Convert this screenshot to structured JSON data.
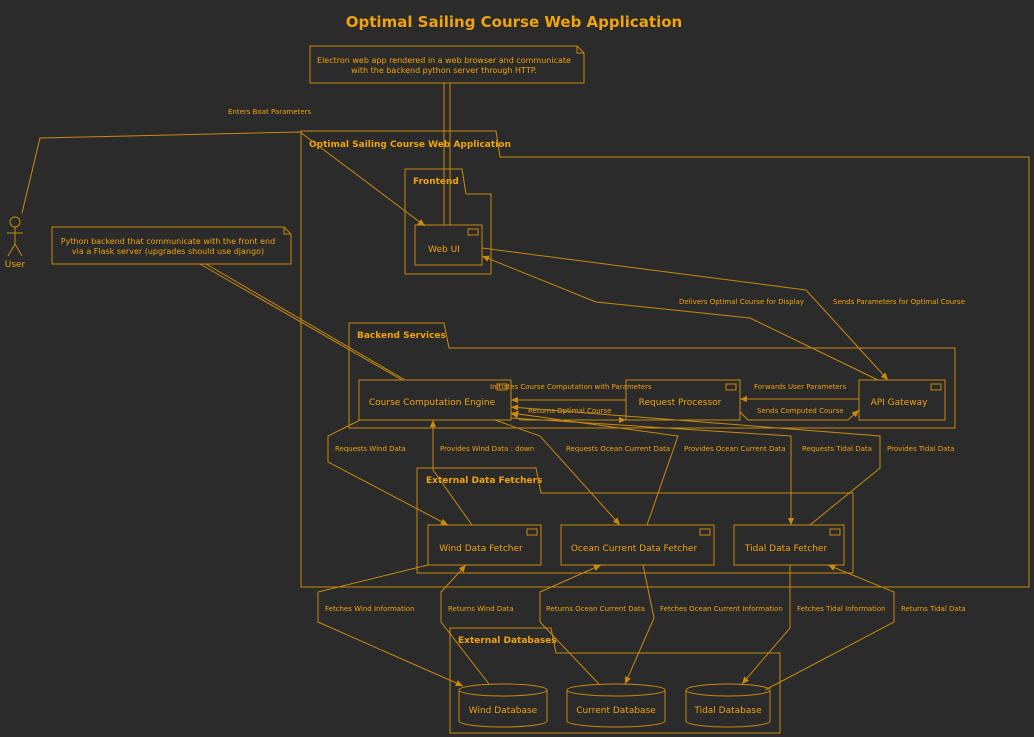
{
  "title": "Optimal Sailing Course Web Application",
  "actor": {
    "label": "User"
  },
  "notes": {
    "frontend_note": [
      "Electron web app rendered in a web browser and communicate",
      "with the backend python server through HTTP."
    ],
    "backend_note": [
      "Python backend that communicate with the front end",
      "via a Flask server (upgrades should use django)"
    ]
  },
  "packages": {
    "app": "Optimal Sailing Course Web Application",
    "frontend": "Frontend",
    "backend": "Backend Services",
    "fetchers": "External Data Fetchers",
    "databases": "External Databases"
  },
  "components": {
    "web_ui": "Web UI",
    "engine": "Course Computation Engine",
    "processor": "Request Processor",
    "gateway": "API Gateway",
    "wind_fetcher": "Wind Data Fetcher",
    "ocean_fetcher": "Ocean Current Data Fetcher",
    "tidal_fetcher": "Tidal Data Fetcher"
  },
  "databases": {
    "wind": "Wind Database",
    "current": "Current Database",
    "tidal": "Tidal Database"
  },
  "edges": {
    "enters_params": "Enters Boat Parameters",
    "delivers_course": "Delivers Optimal Course for Display",
    "sends_params": "Sends Parameters for Optimal Course",
    "initiates": "Initiates Course Computation with Parameters",
    "returns_course": "Returns Optimal Course",
    "forwards": "Forwards User Parameters",
    "sends_computed": "Sends Computed Course",
    "req_wind": "Requests Wind Data",
    "prov_wind": "Provides Wind Data : down",
    "req_ocean": "Requests Ocean Current Data",
    "prov_ocean": "Provides Ocean Current Data",
    "req_tidal": "Requests Tidal Data",
    "prov_tidal": "Provides Tidal Data",
    "fetch_wind": "Fetches Wind Information",
    "ret_wind": "Returns Wind Data",
    "ret_ocean": "Returns Ocean Current Data",
    "fetch_ocean": "Fetches Ocean Current Information",
    "fetch_tidal": "Fetches Tidal Information",
    "ret_tidal": "Returns Tidal Data"
  },
  "colors": {
    "background": "#2b2b2b",
    "accent": "#f0a30a",
    "stroke": "#c98a0e"
  }
}
